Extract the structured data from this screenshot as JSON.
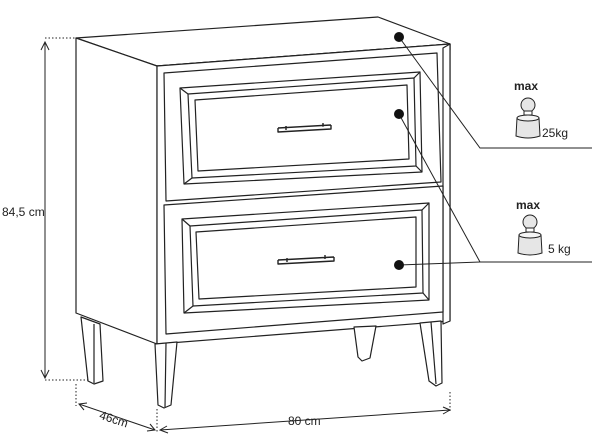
{
  "dimensions": {
    "height": "84,5 cm",
    "width": "80 cm",
    "depth": "46cm"
  },
  "load_limits": [
    {
      "label": "max",
      "weight": "25kg",
      "applies_to": "top"
    },
    {
      "label": "max",
      "weight": "5 kg",
      "applies_to": "drawer"
    }
  ],
  "colors": {
    "line": "#222222",
    "panel_fill": "#ffffff",
    "weight_fill": "#e6e6e6"
  },
  "icons": [
    "weight-icon",
    "weight-icon"
  ]
}
